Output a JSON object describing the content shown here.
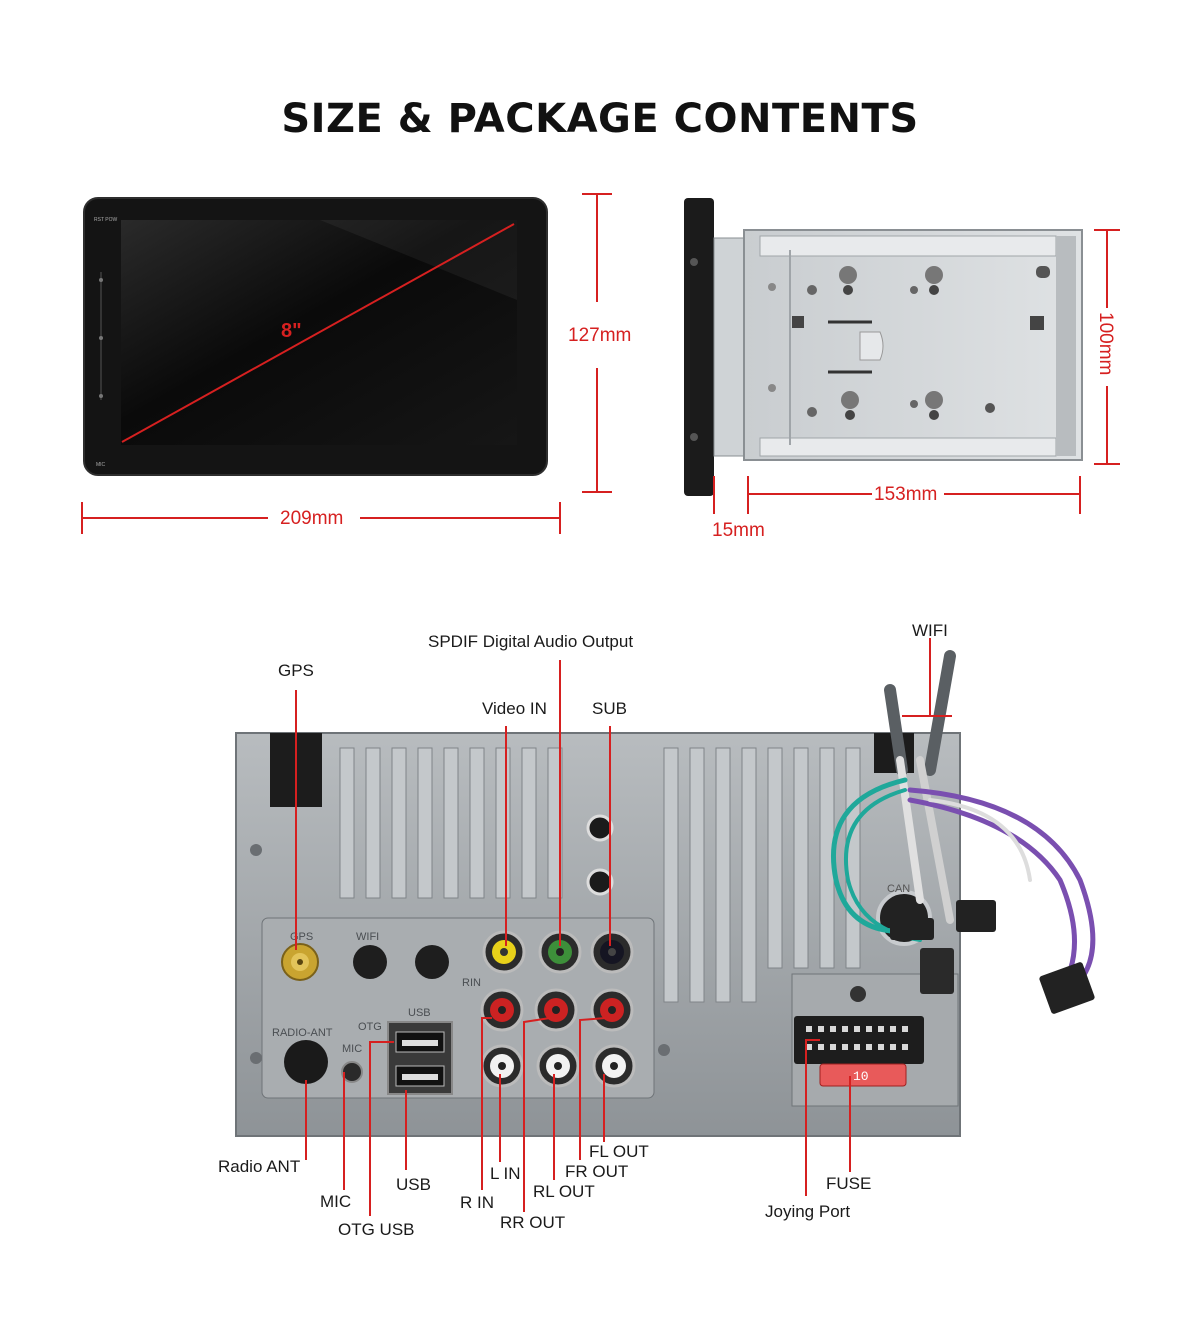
{
  "title": "SIZE & PACKAGE CONTENTS",
  "front_view": {
    "diagonal": "8\"",
    "height": "127mm",
    "width": "209mm",
    "bezel_text_top": "RST POW",
    "bezel_text_bottom": "MIC"
  },
  "side_view": {
    "height": "100mm",
    "depth": "153mm",
    "panel": "15mm"
  },
  "rear_view": {
    "labels": {
      "gps": "GPS",
      "spdif": "SPDIF Digital Audio Output",
      "video_in": "Video IN",
      "sub": "SUB",
      "wifi": "WIFI",
      "radio_ant": "Radio ANT",
      "mic": "MIC",
      "otg_usb": "OTG USB",
      "usb": "USB",
      "r_in": "R IN",
      "l_in": "L IN",
      "rr_out": "RR OUT",
      "rl_out": "RL OUT",
      "fr_out": "FR OUT",
      "fl_out": "FL OUT",
      "joying_port": "Joying Port",
      "fuse": "FUSE"
    },
    "panel_text": {
      "gps": "GPS",
      "wifi": "WIFI",
      "radio_ant": "RADIO-ANT",
      "otg": "OTG",
      "mic": "MIC",
      "usb": "USB",
      "rin": "RIN",
      "fuse_value": "10",
      "can": "CAN"
    }
  },
  "colors": {
    "dimension_red": "#d62020",
    "screen": "#0b0b0b",
    "metal": "#9a9fa3",
    "rca_yellow": "#e8d11a",
    "rca_green": "#3d8f3a",
    "rca_red": "#cc2222",
    "rca_white": "#f2f2f2",
    "wire_cyan": "#1fa89a",
    "wire_purple": "#7a4fb0"
  }
}
